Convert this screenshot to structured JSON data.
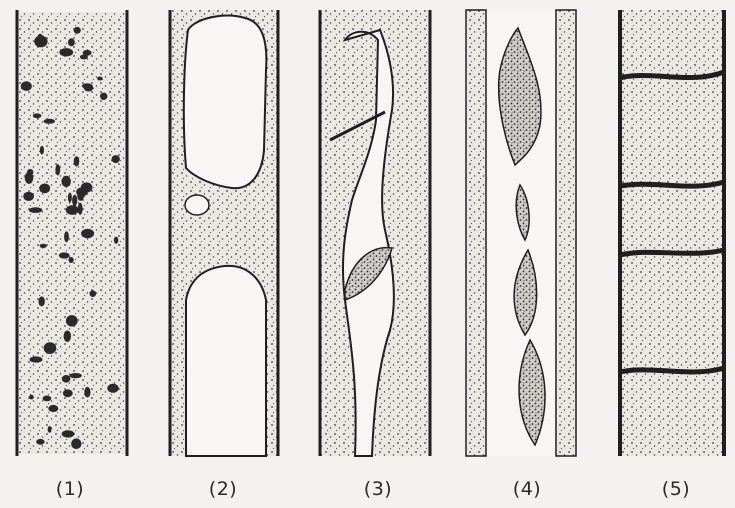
{
  "figure": {
    "panels": [
      {
        "label": "(1)"
      },
      {
        "label": "(2)"
      },
      {
        "label": "(3)"
      },
      {
        "label": "(4)"
      },
      {
        "label": "(5)"
      }
    ]
  },
  "colors": {
    "background": "#f3f2ee",
    "ink": "#1f1f1f",
    "stipple": "#3a3a3a",
    "fill": "#dcdcd7"
  }
}
